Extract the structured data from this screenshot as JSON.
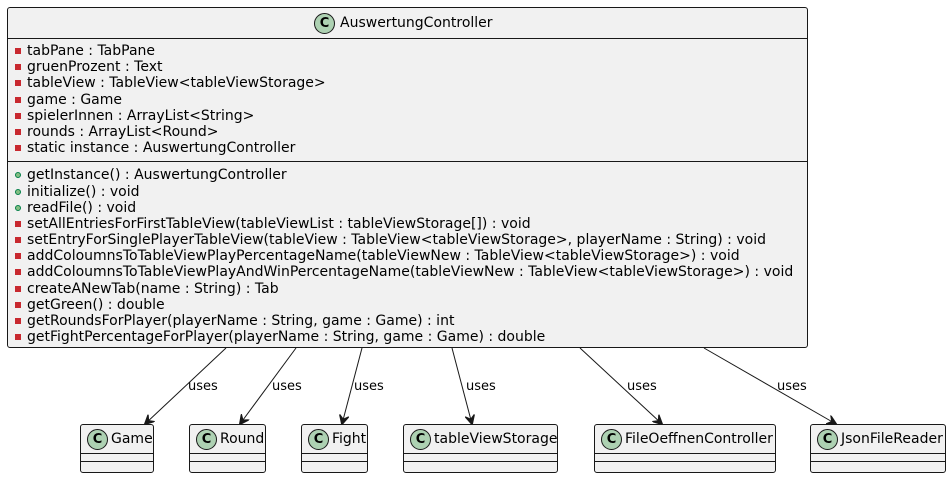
{
  "main_class": {
    "stereotype": "C",
    "name": "AuswertungController",
    "fields": [
      {
        "vis": "private",
        "text": "tabPane : TabPane"
      },
      {
        "vis": "private",
        "text": "gruenProzent : Text"
      },
      {
        "vis": "private",
        "text": "tableView : TableView<tableViewStorage>"
      },
      {
        "vis": "private",
        "text": "game : Game"
      },
      {
        "vis": "private",
        "text": "spielerInnen : ArrayList<String>"
      },
      {
        "vis": "private",
        "text": "rounds : ArrayList<Round>"
      },
      {
        "vis": "private",
        "text": "static instance : AuswertungController"
      }
    ],
    "methods": [
      {
        "vis": "public",
        "text": "getInstance() : AuswertungController"
      },
      {
        "vis": "public",
        "text": "initialize() : void"
      },
      {
        "vis": "public",
        "text": "readFile() : void"
      },
      {
        "vis": "private",
        "text": "setAllEntriesForFirstTableView(tableViewList : tableViewStorage[]) : void"
      },
      {
        "vis": "private",
        "text": "setEntryForSinglePlayerTableView(tableView : TableView<tableViewStorage>, playerName : String) : void"
      },
      {
        "vis": "private",
        "text": "addColoumnsToTableViewPlayPercentageName(tableViewNew : TableView<tableViewStorage>) : void"
      },
      {
        "vis": "private",
        "text": "addColoumnsToTableViewPlayAndWinPercentageName(tableViewNew : TableView<tableViewStorage>) : void"
      },
      {
        "vis": "private",
        "text": "createANewTab(name : String) : Tab"
      },
      {
        "vis": "private",
        "text": "getGreen() : double"
      },
      {
        "vis": "private",
        "text": "getRoundsForPlayer(playerName : String, game : Game) : int"
      },
      {
        "vis": "private",
        "text": "getFightPercentageForPlayer(playerName : String, game : Game) : double"
      }
    ]
  },
  "classes": [
    {
      "stereotype": "C",
      "name": "Game"
    },
    {
      "stereotype": "C",
      "name": "Round"
    },
    {
      "stereotype": "C",
      "name": "Fight"
    },
    {
      "stereotype": "C",
      "name": "tableViewStorage"
    },
    {
      "stereotype": "C",
      "name": "FileOeffnenController"
    },
    {
      "stereotype": "C",
      "name": "JsonFileReader"
    }
  ],
  "relations": [
    {
      "from": "AuswertungController",
      "to": "Game",
      "label": "uses"
    },
    {
      "from": "AuswertungController",
      "to": "Round",
      "label": "uses"
    },
    {
      "from": "AuswertungController",
      "to": "Fight",
      "label": "uses"
    },
    {
      "from": "AuswertungController",
      "to": "tableViewStorage",
      "label": "uses"
    },
    {
      "from": "AuswertungController",
      "to": "FileOeffnenController",
      "label": "uses"
    },
    {
      "from": "AuswertungController",
      "to": "JsonFileReader",
      "label": "uses"
    }
  ],
  "colors": {
    "class_fill": "#F1F1F1",
    "border": "#181818",
    "circle_fill": "#ADD1B2",
    "private_marker": "#C82930",
    "public_marker": "#84BE84"
  }
}
